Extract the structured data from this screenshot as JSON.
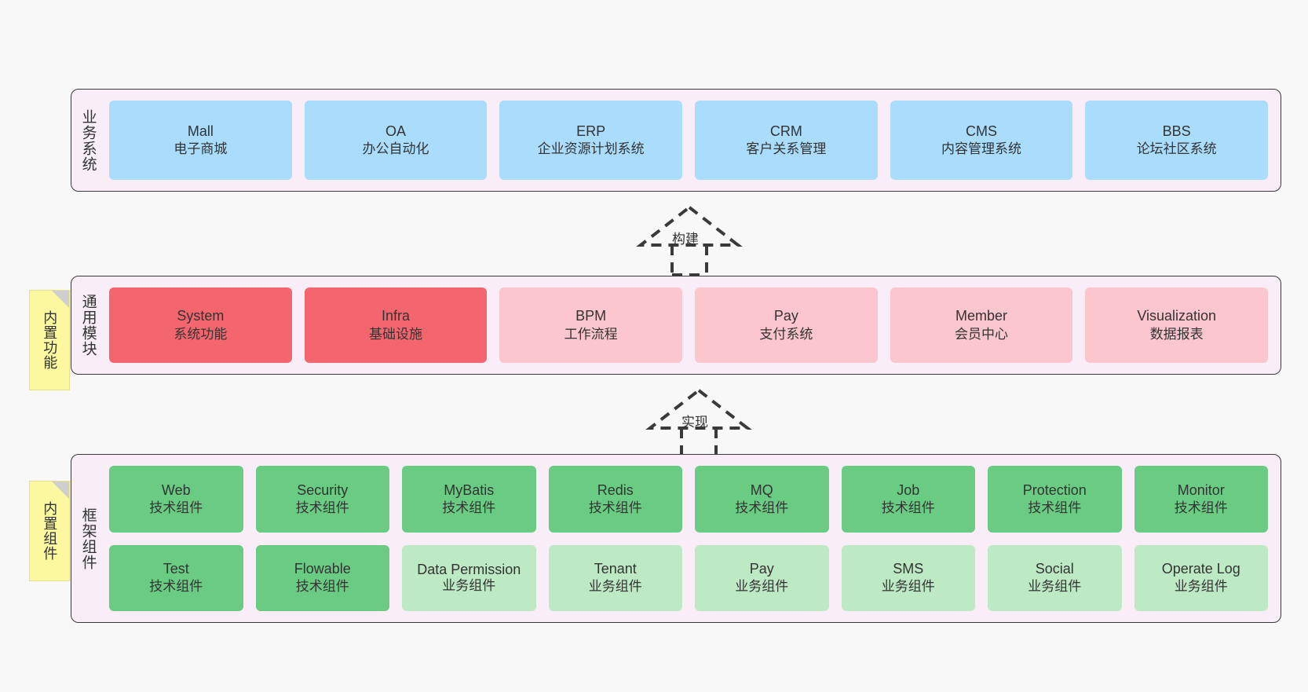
{
  "diagram": {
    "title_hidden": "",
    "background_color": "#f8f8f8",
    "panel_color": "#f9eef7",
    "border_color": "#3a3a3a",
    "note_color": "#fbf8a0"
  },
  "layers": [
    {
      "id": "business-system",
      "title": "业务系统",
      "note": null,
      "rows": [
        {
          "cells": [
            {
              "en": "Mall",
              "cn": "电子商城",
              "color": "#aadcfb",
              "variant": "c-blue"
            },
            {
              "en": "OA",
              "cn": "办公自动化",
              "color": "#aadcfb",
              "variant": "c-blue"
            },
            {
              "en": "ERP",
              "cn": "企业资源计划系统",
              "color": "#aadcfb",
              "variant": "c-blue"
            },
            {
              "en": "CRM",
              "cn": "客户关系管理",
              "color": "#aadcfb",
              "variant": "c-blue"
            },
            {
              "en": "CMS",
              "cn": "内容管理系统",
              "color": "#aadcfb",
              "variant": "c-blue"
            },
            {
              "en": "BBS",
              "cn": "论坛社区系统",
              "color": "#aadcfb",
              "variant": "c-blue"
            }
          ]
        }
      ]
    },
    {
      "id": "common-module",
      "title": "通用模块",
      "note": "内置功能",
      "rows": [
        {
          "cells": [
            {
              "en": "System",
              "cn": "系统功能",
              "color": "#f4666e",
              "variant": "c-red"
            },
            {
              "en": "Infra",
              "cn": "基础设施",
              "color": "#f4666e",
              "variant": "c-red"
            },
            {
              "en": "BPM",
              "cn": "工作流程",
              "color": "#fbc6cd",
              "variant": "c-pink"
            },
            {
              "en": "Pay",
              "cn": "支付系统",
              "color": "#fbc6cd",
              "variant": "c-pink"
            },
            {
              "en": "Member",
              "cn": "会员中心",
              "color": "#fbc6cd",
              "variant": "c-pink"
            },
            {
              "en": "Visualization",
              "cn": "数据报表",
              "color": "#fbc6cd",
              "variant": "c-pink"
            }
          ]
        }
      ]
    },
    {
      "id": "framework-component",
      "title": "框架组件",
      "note": "内置组件",
      "rows": [
        {
          "cells": [
            {
              "en": "Web",
              "cn": "技术组件",
              "color": "#6acb82",
              "variant": "c-green"
            },
            {
              "en": "Security",
              "cn": "技术组件",
              "color": "#6acb82",
              "variant": "c-green"
            },
            {
              "en": "MyBatis",
              "cn": "技术组件",
              "color": "#6acb82",
              "variant": "c-green"
            },
            {
              "en": "Redis",
              "cn": "技术组件",
              "color": "#6acb82",
              "variant": "c-green"
            },
            {
              "en": "MQ",
              "cn": "技术组件",
              "color": "#6acb82",
              "variant": "c-green"
            },
            {
              "en": "Job",
              "cn": "技术组件",
              "color": "#6acb82",
              "variant": "c-green"
            },
            {
              "en": "Protection",
              "cn": "技术组件",
              "color": "#6acb82",
              "variant": "c-green"
            },
            {
              "en": "Monitor",
              "cn": "技术组件",
              "color": "#6acb82",
              "variant": "c-green"
            }
          ]
        },
        {
          "cells": [
            {
              "en": "Test",
              "cn": "技术组件",
              "color": "#6acb82",
              "variant": "c-green"
            },
            {
              "en": "Flowable",
              "cn": "技术组件",
              "color": "#6acb82",
              "variant": "c-green"
            },
            {
              "en": "Data Permission",
              "cn": "业务组件",
              "color": "#bde9c5",
              "variant": "c-lgreen"
            },
            {
              "en": "Tenant",
              "cn": "业务组件",
              "color": "#bde9c5",
              "variant": "c-lgreen"
            },
            {
              "en": "Pay",
              "cn": "业务组件",
              "color": "#bde9c5",
              "variant": "c-lgreen"
            },
            {
              "en": "SMS",
              "cn": "业务组件",
              "color": "#bde9c5",
              "variant": "c-lgreen"
            },
            {
              "en": "Social",
              "cn": "业务组件",
              "color": "#bde9c5",
              "variant": "c-lgreen"
            },
            {
              "en": "Operate Log",
              "cn": "业务组件",
              "color": "#bde9c5",
              "variant": "c-lgreen"
            }
          ]
        }
      ]
    }
  ],
  "connectors": [
    {
      "id": "connector-build",
      "label": "构建"
    },
    {
      "id": "connector-implement",
      "label": "实现"
    }
  ]
}
